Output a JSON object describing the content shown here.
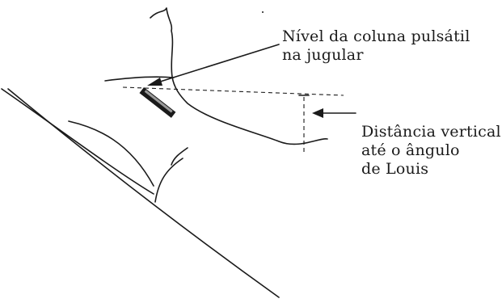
{
  "annotations": {
    "jugular_level": {
      "lines": [
        "Nível da coluna pulsátil",
        "na jugular"
      ]
    },
    "vertical_distance": {
      "lines": [
        "Distância vertical",
        "até o ângulo",
        "de Louis"
      ]
    }
  }
}
